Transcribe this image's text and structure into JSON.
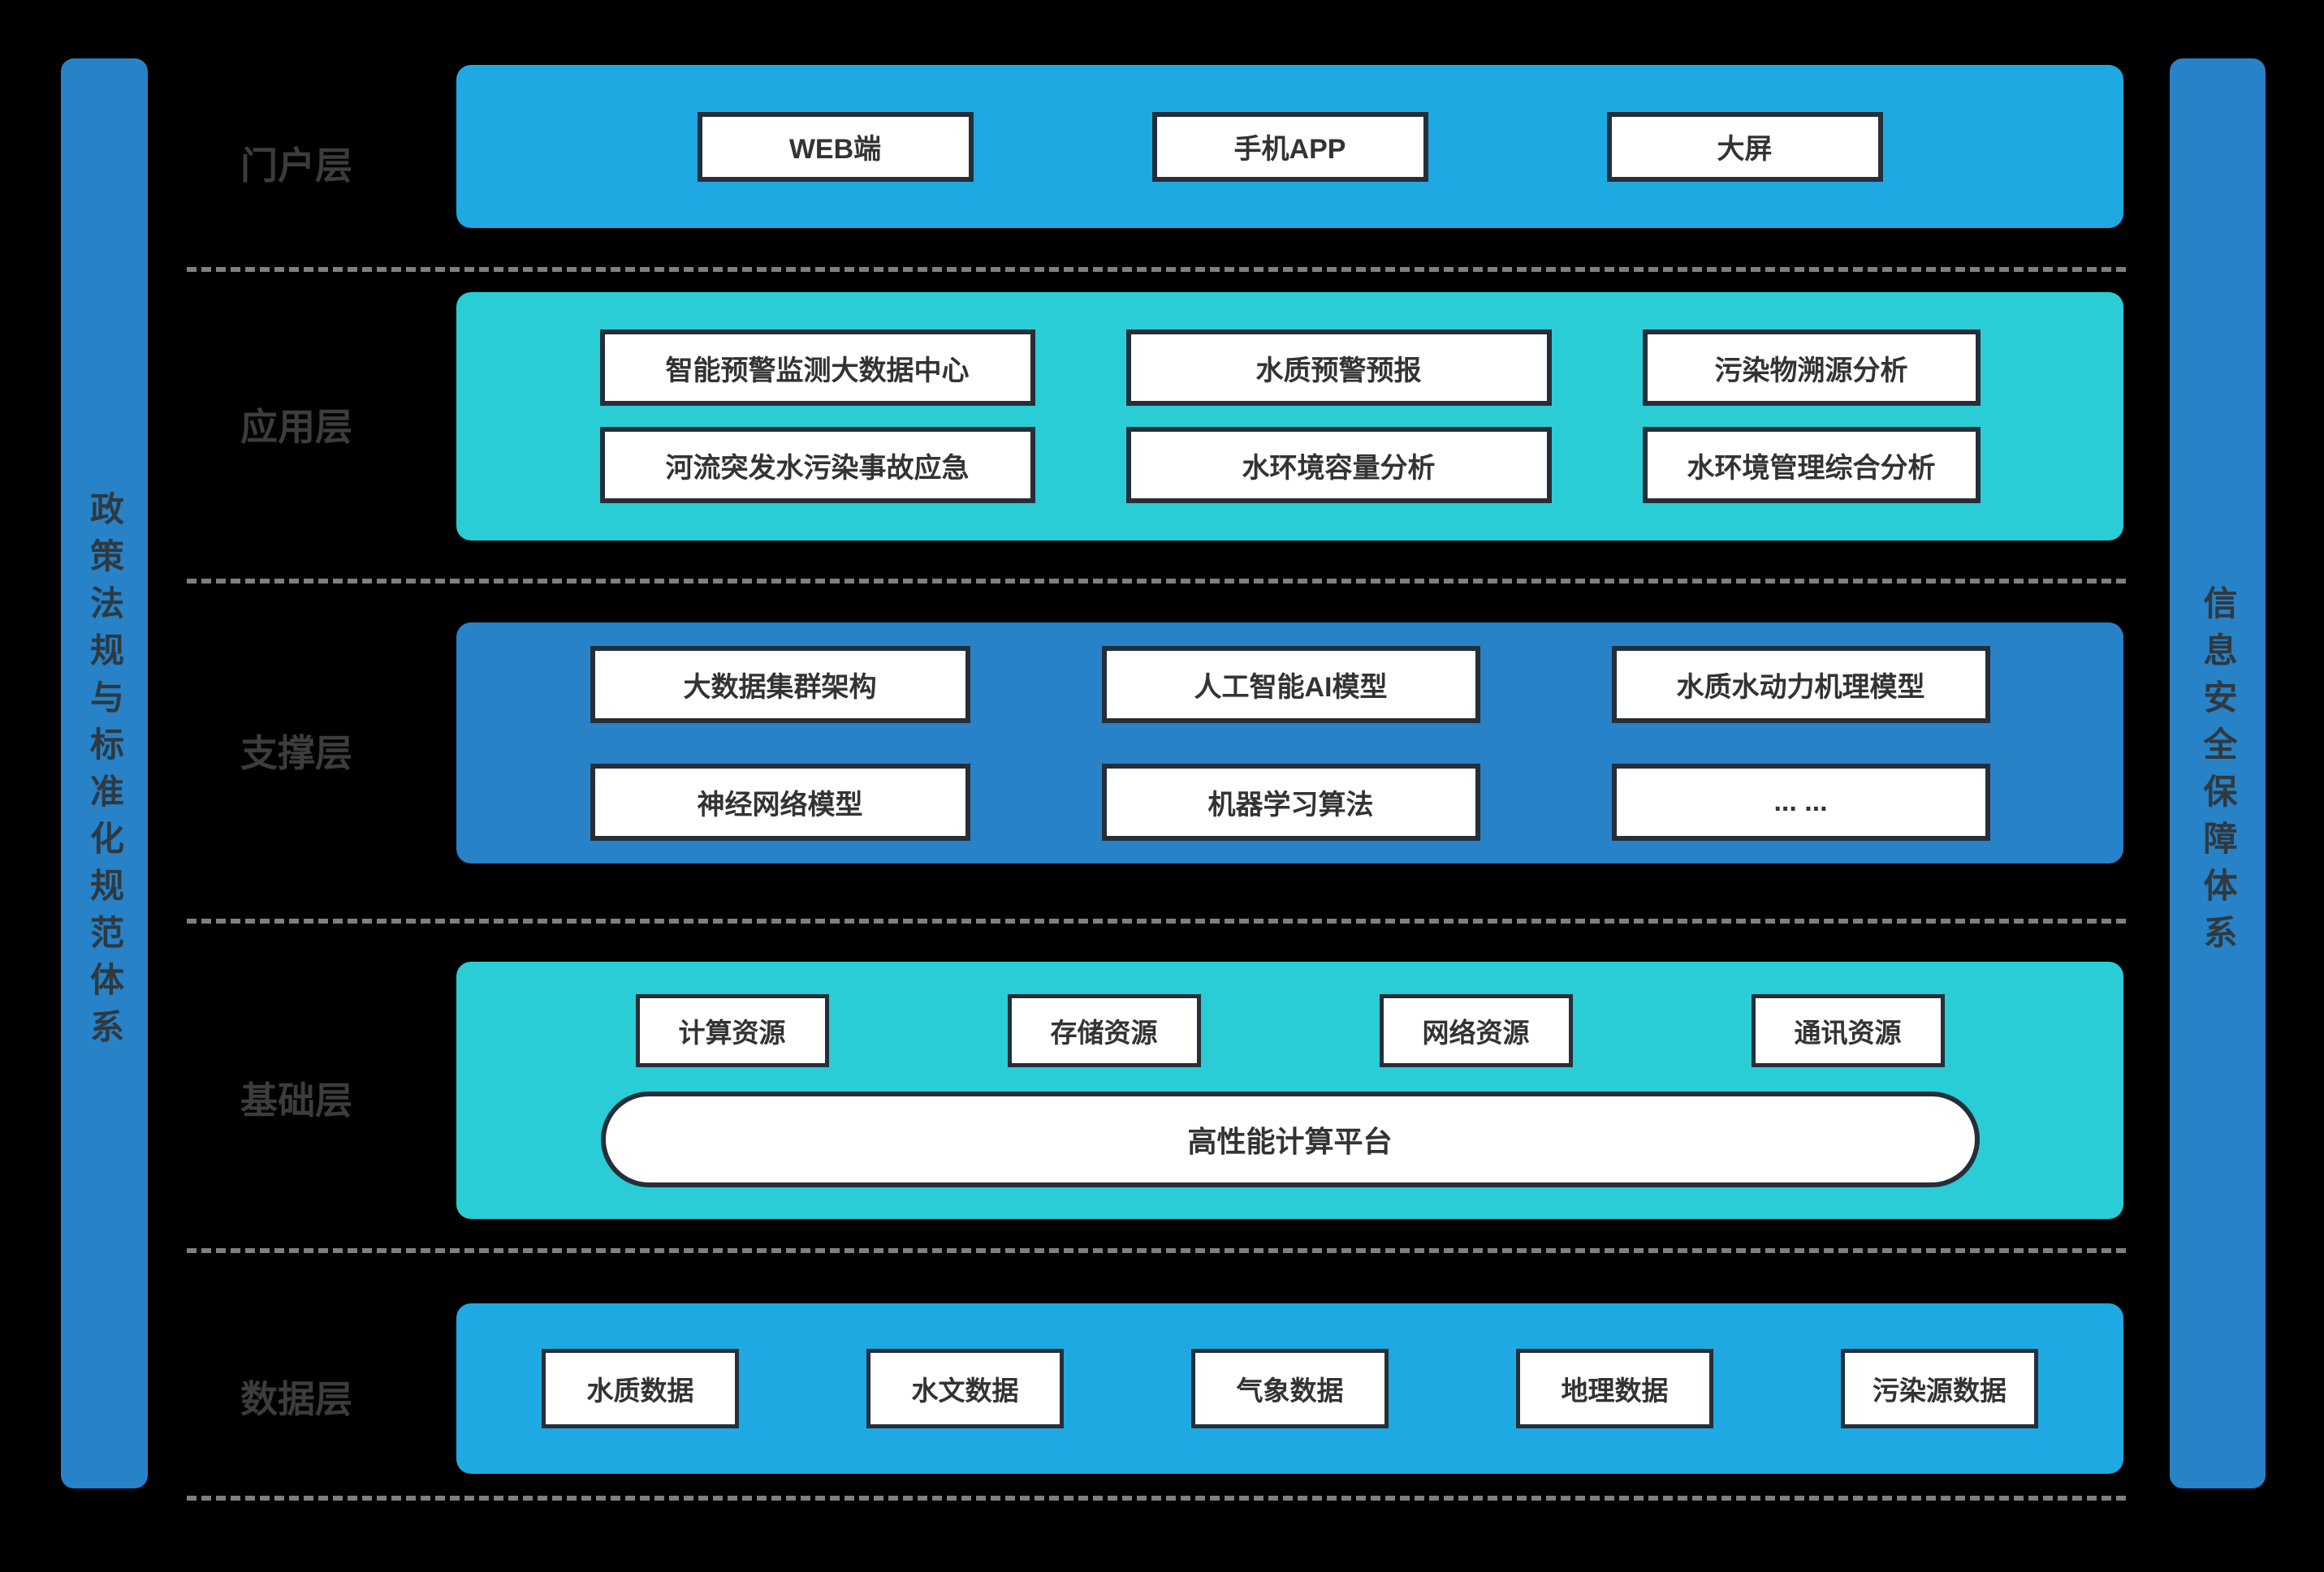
{
  "diagram": {
    "left_bar": {
      "label": "政策法规与标准化规范体系"
    },
    "right_bar": {
      "label": "信息安全保障体系"
    },
    "layers": [
      {
        "key": "portal",
        "label": "门户层",
        "items": [
          "WEB端",
          "手机APP",
          "大屏"
        ]
      },
      {
        "key": "application",
        "label": "应用层",
        "items": [
          "智能预警监测大数据中心",
          "水质预警预报",
          "污染物溯源分析",
          "河流突发水污染事故应急",
          "水环境容量分析",
          "水环境管理综合分析"
        ]
      },
      {
        "key": "support",
        "label": "支撑层",
        "items": [
          "大数据集群架构",
          "人工智能AI模型",
          "水质水动力机理模型",
          "神经网络模型",
          "机器学习算法",
          "... ..."
        ]
      },
      {
        "key": "foundation",
        "label": "基础层",
        "items": [
          "计算资源",
          "存储资源",
          "网络资源",
          "通讯资源"
        ],
        "platform": "高性能计算平台"
      },
      {
        "key": "data",
        "label": "数据层",
        "items": [
          "水质数据",
          "水文数据",
          "气象数据",
          "地理数据",
          "污染源数据"
        ]
      }
    ],
    "colors": {
      "background": "#000000",
      "band_blue": "#1EA9E3",
      "band_teal": "#2ACDD6",
      "band_dark_blue": "#2782C7",
      "sidebar_blue": "#2782C7",
      "box_border": "#252E39",
      "box_text": "#333333",
      "label_text": "#3C3C3C",
      "dash": "#7F7F7F"
    }
  }
}
